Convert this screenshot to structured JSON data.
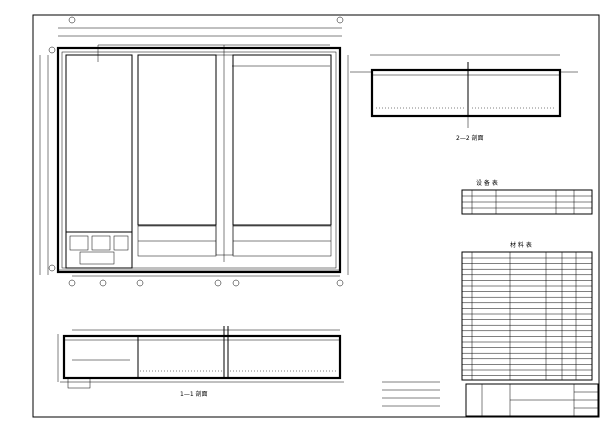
{
  "sections": {
    "section_1_1": "1—1 剖面",
    "section_2_2": "2—2 剖面"
  },
  "tables": {
    "equipment_title": "设 备 表",
    "material_title": "材 料 表"
  }
}
